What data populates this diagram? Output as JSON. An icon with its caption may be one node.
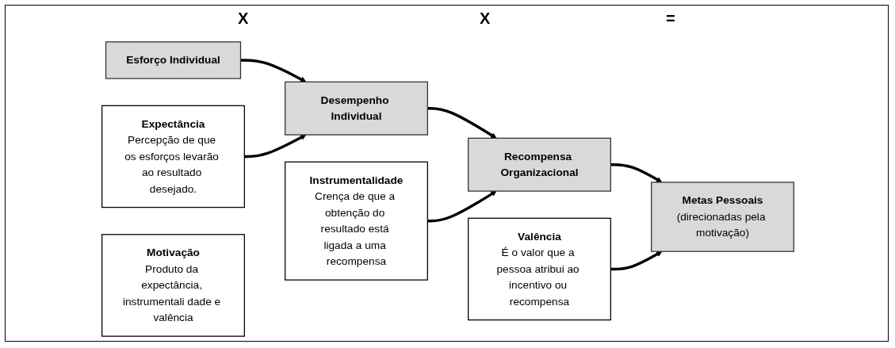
{
  "diagram": {
    "nodes": [
      {
        "text": [
          "Expectância",
          "Percepção de que os esforços levarão ao resultado desejado."
        ]
      },
      {
        "text": [
          "Instrumentalidade",
          "Crença de que a obtenção do resultado está ligada a uma recompensa"
        ]
      },
      {
        "text": [
          "Valência",
          "É o valor que a pessoa atribui ao incentivo ou recompensa"
        ]
      },
      {
        "text": [
          "Motivação",
          "Produto da expectância, instrumentali dade e valência"
        ]
      },
      {
        "text": [
          "Esforço Individual"
        ]
      },
      {
        "text": [
          "Desempenho Individual"
        ]
      },
      {
        "text": [
          "Recompensa Organizacional"
        ]
      },
      {
        "text": [
          "Metas Pessoais",
          "(direcionadas pela motivação)"
        ]
      }
    ],
    "edges": [
      {
        "from": 4,
        "to": 5,
        "arrow": "to"
      },
      {
        "from": 5,
        "to": 6,
        "arrow": "to"
      },
      {
        "from": 6,
        "to": 7,
        "arrow": "to"
      },
      {
        "from": 0,
        "to": 5,
        "arrow": "to"
      },
      {
        "from": 1,
        "to": 6,
        "arrow": "to"
      },
      {
        "from": 2,
        "to": 7,
        "arrow": "to"
      }
    ],
    "labels": [
      "X",
      "X",
      "="
    ]
  }
}
